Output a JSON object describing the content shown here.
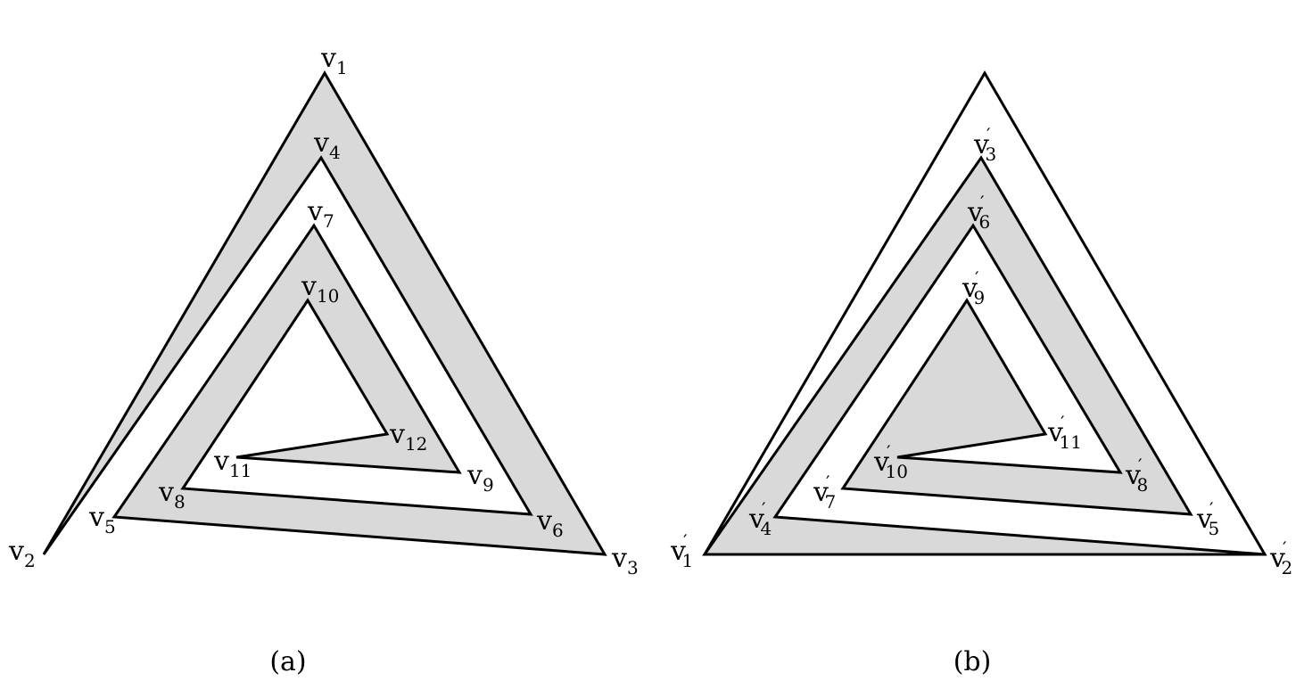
{
  "colors": {
    "fill": "#d9d9d9",
    "stroke": "#000000",
    "background": "#ffffff"
  },
  "panels": [
    {
      "id": "a",
      "caption": "(a)",
      "vertices": [
        {
          "id": "v1",
          "main": "v",
          "sub": "1",
          "prime": false
        },
        {
          "id": "v2",
          "main": "v",
          "sub": "2",
          "prime": false
        },
        {
          "id": "v3",
          "main": "v",
          "sub": "3",
          "prime": false
        },
        {
          "id": "v4",
          "main": "v",
          "sub": "4",
          "prime": false
        },
        {
          "id": "v5",
          "main": "v",
          "sub": "5",
          "prime": false
        },
        {
          "id": "v6",
          "main": "v",
          "sub": "6",
          "prime": false
        },
        {
          "id": "v7",
          "main": "v",
          "sub": "7",
          "prime": false
        },
        {
          "id": "v8",
          "main": "v",
          "sub": "8",
          "prime": false
        },
        {
          "id": "v9",
          "main": "v",
          "sub": "9",
          "prime": false
        },
        {
          "id": "v10",
          "main": "v",
          "sub": "10",
          "prime": false
        },
        {
          "id": "v11",
          "main": "v",
          "sub": "11",
          "prime": false
        },
        {
          "id": "v12",
          "main": "v",
          "sub": "12",
          "prime": false
        }
      ]
    },
    {
      "id": "b",
      "caption": "(b)",
      "vertices": [
        {
          "id": "v1p",
          "main": "v",
          "sub": "1",
          "prime": true
        },
        {
          "id": "v2p",
          "main": "v",
          "sub": "2",
          "prime": true
        },
        {
          "id": "v3p",
          "main": "v",
          "sub": "3",
          "prime": true
        },
        {
          "id": "v4p",
          "main": "v",
          "sub": "4",
          "prime": true
        },
        {
          "id": "v5p",
          "main": "v",
          "sub": "5",
          "prime": true
        },
        {
          "id": "v6p",
          "main": "v",
          "sub": "6",
          "prime": true
        },
        {
          "id": "v7p",
          "main": "v",
          "sub": "7",
          "prime": true
        },
        {
          "id": "v8p",
          "main": "v",
          "sub": "8",
          "prime": true
        },
        {
          "id": "v9p",
          "main": "v",
          "sub": "9",
          "prime": true
        },
        {
          "id": "v10p",
          "main": "v",
          "sub": "10",
          "prime": true
        },
        {
          "id": "v11p",
          "main": "v",
          "sub": "11",
          "prime": true
        }
      ]
    }
  ]
}
